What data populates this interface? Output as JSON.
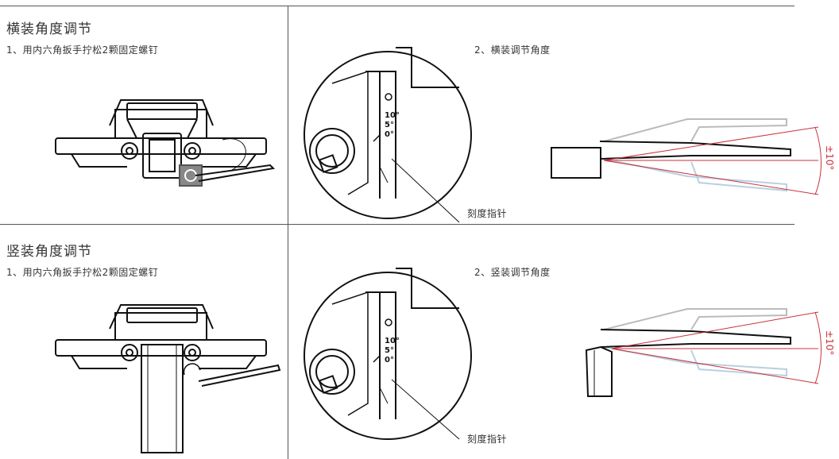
{
  "horizontal": {
    "title": "横装角度调节",
    "step1": "1、用内六角扳手拧松2颗固定螺钉",
    "step2": "2、横装调节角度",
    "pointer_label": "刻度指针",
    "scale_marks": [
      "10°",
      "5°",
      "0°"
    ],
    "angle_label": "±10°"
  },
  "vertical": {
    "title": "竖装角度调节",
    "step1": "1、用内六角扳手拧松2颗固定螺钉",
    "step2": "2、竖装调节角度",
    "pointer_label": "刻度指针",
    "scale_marks": [
      "10°",
      "5°",
      "0°"
    ],
    "angle_label": "±10°"
  },
  "colors": {
    "line": "#111111",
    "angle": "#c8323c",
    "ghost": "#bbbbbb",
    "ghost_blue": "#b9d0e0"
  }
}
